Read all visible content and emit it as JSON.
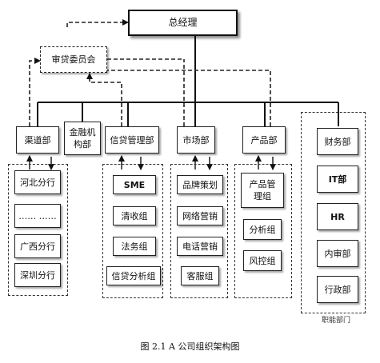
{
  "ceo": "总经理",
  "committee": "审贷委员会",
  "departments": {
    "channel": "渠道部",
    "finance_dept": [
      "金融机",
      "构部"
    ],
    "credit": "信贷管理部",
    "market": "市场部",
    "product": "产品部",
    "financial": "财务部"
  },
  "channel_children": [
    "河北分行",
    "……  ……",
    "广西分行",
    "深圳分行"
  ],
  "credit_children": [
    "SME",
    "清收组",
    "法务组",
    "信贷分析组"
  ],
  "market_children": [
    "品牌策划",
    "网络营销",
    "电话营销",
    "客服组"
  ],
  "product_children": {
    "mgmt": [
      "产品管",
      "理组"
    ],
    "analysis": "分析组",
    "risk": "风控组"
  },
  "functional_children": [
    "IT部",
    "HR",
    "内审部",
    "行政部"
  ],
  "functional_label": "职能部门",
  "caption": "图 2.1    A 公司组织架构图"
}
